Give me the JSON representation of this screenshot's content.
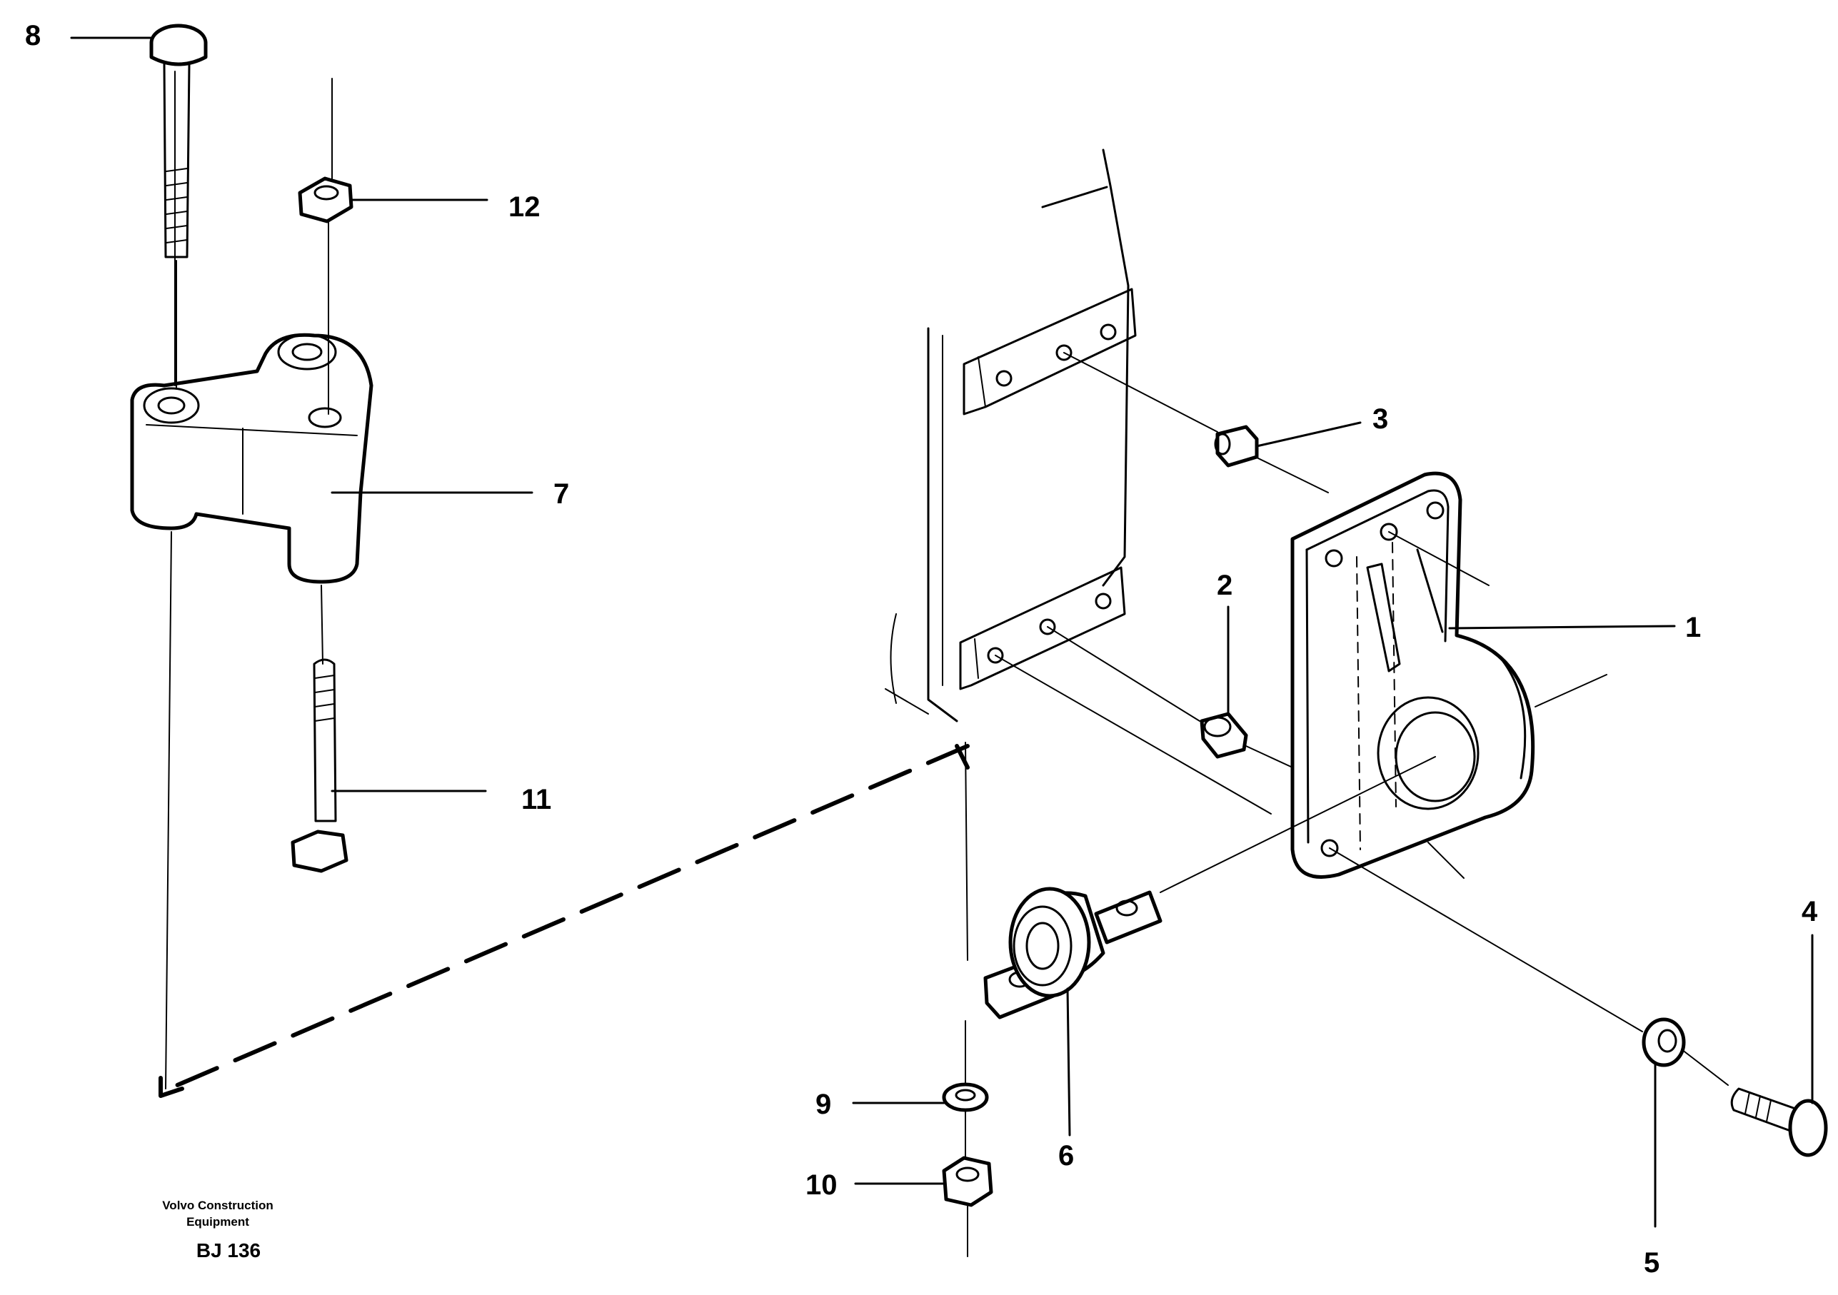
{
  "callouts": {
    "c1": "1",
    "c2": "2",
    "c3": "3",
    "c4": "4",
    "c5": "5",
    "c6": "6",
    "c7": "7",
    "c8": "8",
    "c9": "9",
    "c10": "10",
    "c11": "11",
    "c12": "12"
  },
  "caption": {
    "line1": "Volvo Construction",
    "line2": "Equipment",
    "code": "BJ 136"
  }
}
